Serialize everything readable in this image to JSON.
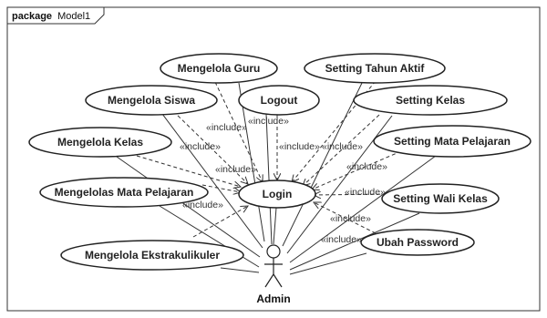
{
  "package": {
    "keyword": "package",
    "name": "Model1"
  },
  "actor": {
    "name": "Admin"
  },
  "use_cases": {
    "mengelola_guru": "Mengelola Guru",
    "setting_tahun_aktif": "Setting Tahun Aktif",
    "mengelola_siswa": "Mengelola Siswa",
    "logout": "Logout",
    "setting_kelas": "Setting Kelas",
    "mengelola_kelas": "Mengelola Kelas",
    "setting_mata_pelajaran": "Setting Mata Pelajaran",
    "mengelolas_mata_pelajaran": "Mengelolas Mata Pelajaran",
    "login": "Login",
    "setting_wali_kelas": "Setting Wali Kelas",
    "ubah_password": "Ubah Password",
    "mengelola_ekstrakulikuler": "Mengelola Ekstrakulikuler"
  },
  "include_label": "«include»"
}
